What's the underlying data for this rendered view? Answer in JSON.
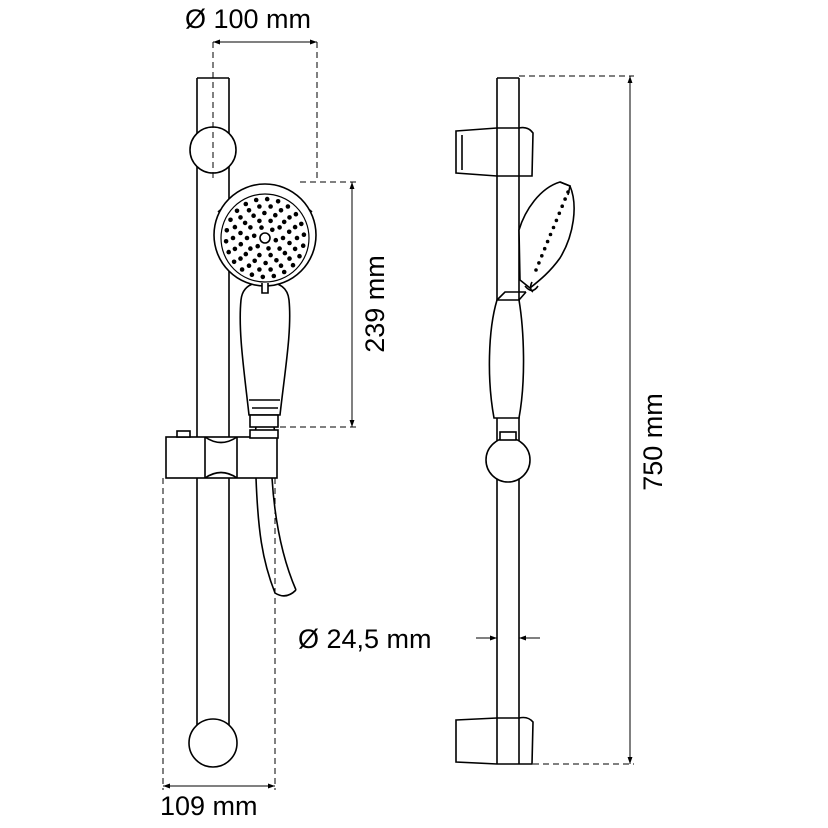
{
  "dimensions": {
    "head_diameter": "Ø 100 mm",
    "handset_length": "239 mm",
    "rail_length": "750 mm",
    "rail_diameter": "Ø 24,5 mm",
    "holder_width": "109 mm"
  },
  "colors": {
    "stroke": "#000000",
    "dimension_line": "#000000",
    "background": "#ffffff"
  }
}
